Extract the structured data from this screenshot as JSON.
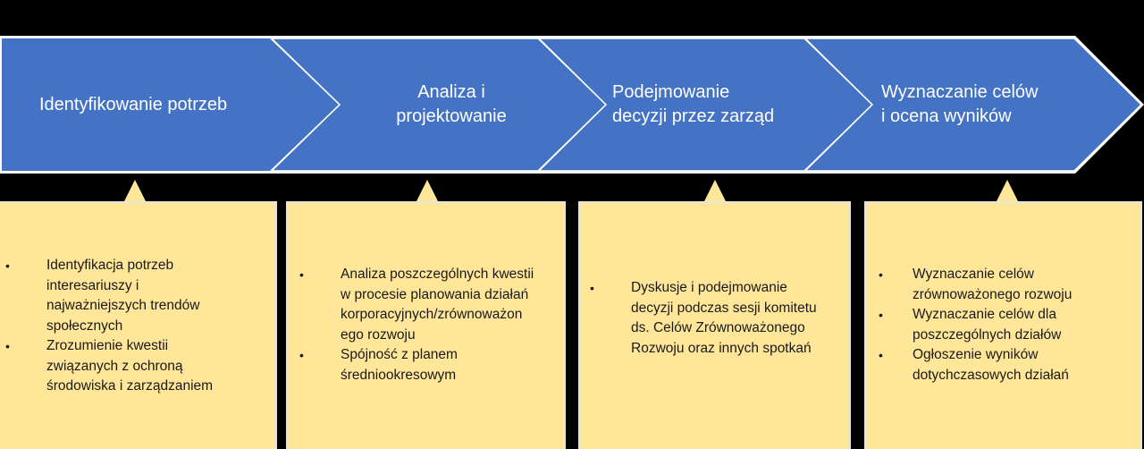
{
  "colors": {
    "background": "#000000",
    "chevron_fill": "#4472c4",
    "chevron_border": "#ffffff",
    "box_fill": "#ffe699",
    "box_border": "#e6e3dc",
    "stage_text": "#ffffff",
    "box_text": "#1a1a1a"
  },
  "stages": [
    {
      "label": "Identyfikowanie potrzeb",
      "details": [
        "Identyfikacja potrzeb\ninteresariuszy i\nnajważniejszych trendów\nspołecznych",
        "Zrozumienie kwestii\nzwiązanych z ochroną\nśrodowiska i zarządzaniem"
      ]
    },
    {
      "label": "Analiza i\nprojektowanie",
      "details": [
        "Analiza poszczególnych kwestii\nw procesie planowania działań\nkorporacyjnych/zrównoważon\nego rozwoju",
        "Spójność z planem\nśredniookresowym"
      ]
    },
    {
      "label": "Podejmowanie\ndecyzji przez zarząd",
      "details": [
        "Dyskusje i podejmowanie\ndecyzji podczas sesji komitetu\nds. Celów Zrównoważonego\nRozwoju oraz innych spotkań"
      ]
    },
    {
      "label": "Wyznaczanie celów\ni ocena wyników",
      "details": [
        "Wyznaczanie celów\nzrównoważonego rozwoju",
        "Wyznaczanie celów dla\nposzczególnych działów",
        "Ogłoszenie wyników\ndotychczasowych działań"
      ]
    }
  ],
  "bullet_glyph": "•"
}
